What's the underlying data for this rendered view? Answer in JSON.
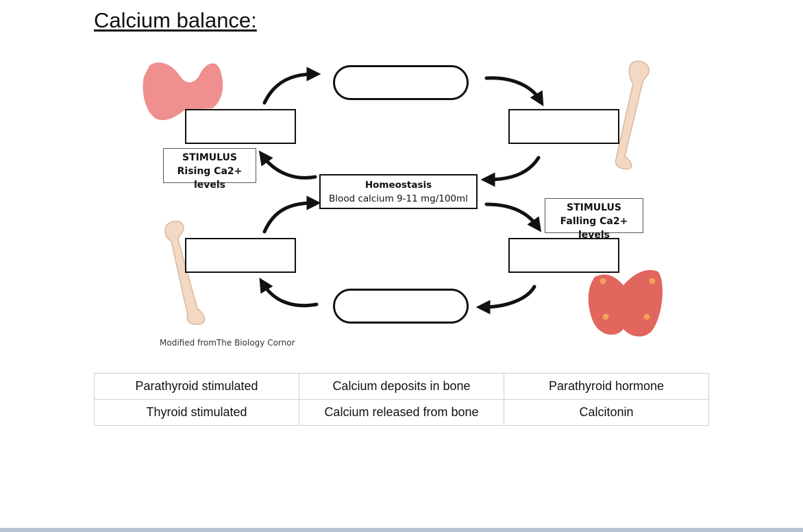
{
  "title": "Calcium balance:",
  "diagram": {
    "homeostasis": {
      "heading": "Homeostasis",
      "text": "Blood calcium 9-11 mg/100ml"
    },
    "stimulus_rising": {
      "heading": "STIMULUS",
      "text": "Rising Ca2+ levels"
    },
    "stimulus_falling": {
      "heading": "STIMULUS",
      "text": "Falling Ca2+ levels"
    },
    "credit": "Modified fromThe Biology Cornor"
  },
  "terms_table": {
    "rows": [
      [
        "Parathyroid stimulated",
        "Calcium deposits in bone",
        "Parathyroid hormone"
      ],
      [
        "Thyroid stimulated",
        "Calcium released from bone",
        "Calcitonin"
      ]
    ]
  },
  "colors": {
    "thyroid_top": "#ef8f8f",
    "parathyroid_bottom": "#e0665e",
    "bone": "#f3d9c4",
    "arrow": "#111111"
  }
}
